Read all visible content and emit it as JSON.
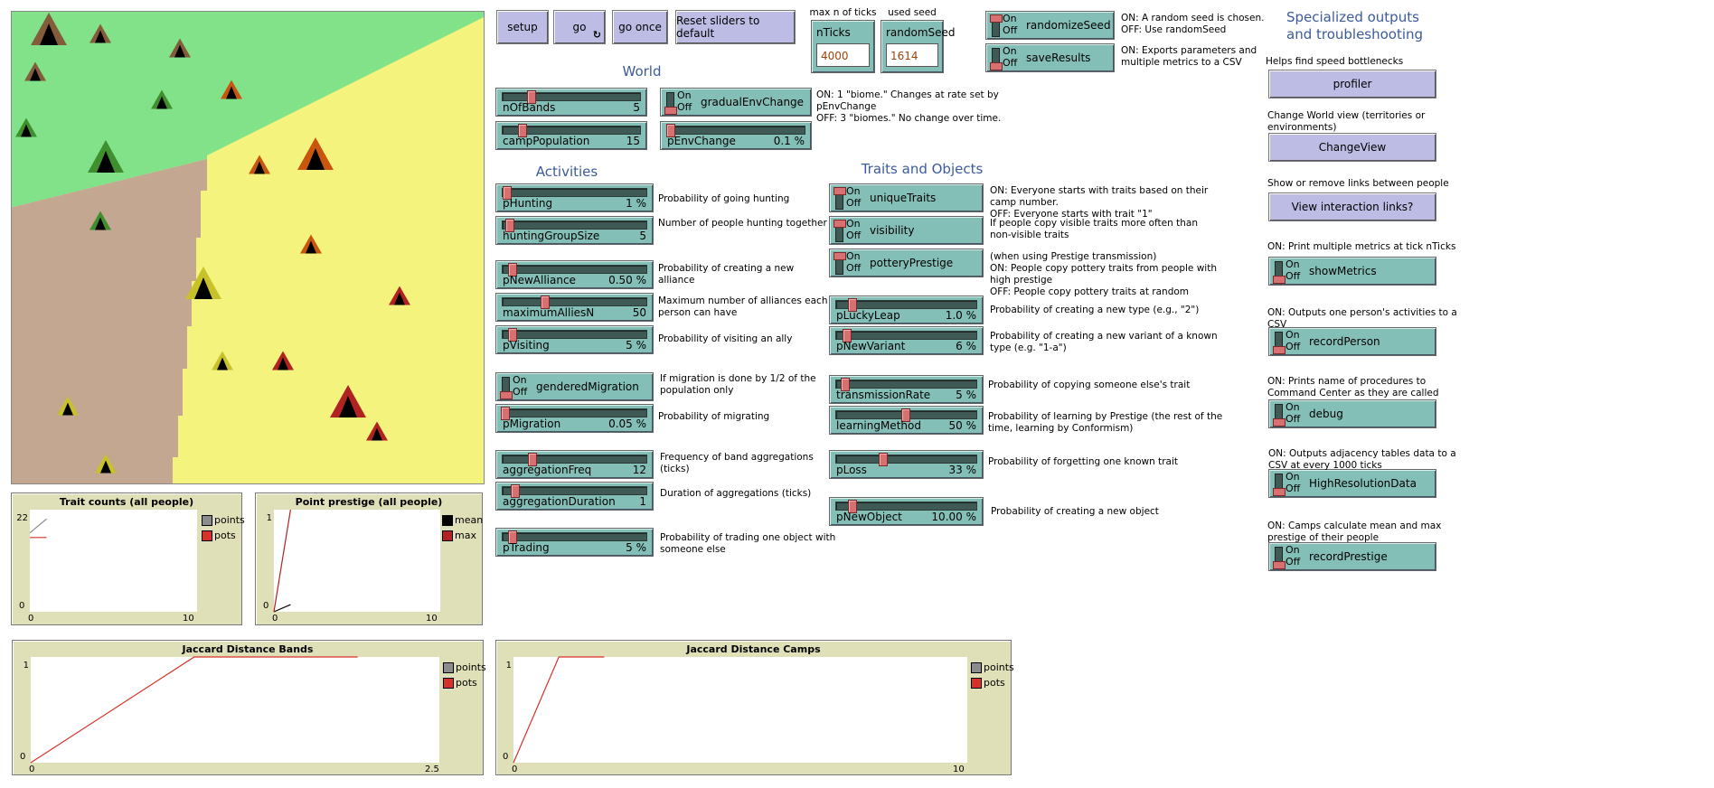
{
  "buttons": {
    "setup": "setup",
    "go": "go",
    "go_forever_icon": "↻",
    "go_once": "go once",
    "reset": "Reset sliders to default",
    "profiler": "profiler",
    "change_view": "ChangeView",
    "view_links": "View interaction links?"
  },
  "inputs": {
    "nTicks": {
      "caption": "max n of ticks",
      "label": "nTicks",
      "value": "4000"
    },
    "randomSeed": {
      "caption": "used seed",
      "label": "randomSeed",
      "value": "1614"
    }
  },
  "headers": {
    "world": "World",
    "activities": "Activities",
    "traits": "Traits and Objects",
    "specialized": "Specialized outputs and troubleshooting"
  },
  "switch_text": {
    "on": "On",
    "off": "Off"
  },
  "sliders": [
    {
      "id": "nOfBands",
      "label": "nOfBands",
      "value": "5",
      "fraction": 0.2
    },
    {
      "id": "campPopulation",
      "label": "campPopulation",
      "value": "15",
      "fraction": 0.13
    },
    {
      "id": "pEnvChange",
      "label": "pEnvChange",
      "value": "0.1 %",
      "fraction": 0.01
    },
    {
      "id": "pHunting",
      "label": "pHunting",
      "value": "1 %",
      "fraction": 0.01
    },
    {
      "id": "huntingGroupSize",
      "label": "huntingGroupSize",
      "value": "5",
      "fraction": 0.03
    },
    {
      "id": "pNewAlliance",
      "label": "pNewAlliance",
      "value": "0.50 %",
      "fraction": 0.05
    },
    {
      "id": "maximumAlliesN",
      "label": "maximumAlliesN",
      "value": "50",
      "fraction": 0.29
    },
    {
      "id": "pVisiting",
      "label": "pVisiting",
      "value": "5 %",
      "fraction": 0.05
    },
    {
      "id": "pMigration",
      "label": "pMigration",
      "value": "0.05 %",
      "fraction": 0.0
    },
    {
      "id": "aggregationFreq",
      "label": "aggregationFreq",
      "value": "12",
      "fraction": 0.2
    },
    {
      "id": "aggregationDuration",
      "label": "aggregationDuration",
      "value": "1",
      "fraction": 0.07
    },
    {
      "id": "pTrading",
      "label": "pTrading",
      "value": "5 %",
      "fraction": 0.05
    },
    {
      "id": "pLuckyLeap",
      "label": "pLuckyLeap",
      "value": "1.0 %",
      "fraction": 0.1
    },
    {
      "id": "pNewVariant",
      "label": "pNewVariant",
      "value": "6 %",
      "fraction": 0.06
    },
    {
      "id": "transmissionRate",
      "label": "transmissionRate",
      "value": "5 %",
      "fraction": 0.05
    },
    {
      "id": "learningMethod",
      "label": "learningMethod",
      "value": "50 %",
      "fraction": 0.5
    },
    {
      "id": "pLoss",
      "label": "pLoss",
      "value": "33 %",
      "fraction": 0.33
    },
    {
      "id": "pNewObject",
      "label": "pNewObject",
      "value": "10.00 %",
      "fraction": 0.1
    }
  ],
  "switches": [
    {
      "id": "randomizeSeed",
      "label": "randomizeSeed",
      "on": true
    },
    {
      "id": "saveResults",
      "label": "saveResults",
      "on": false
    },
    {
      "id": "gradualEnvChange",
      "label": "gradualEnvChange",
      "on": false
    },
    {
      "id": "genderedMigration",
      "label": "genderedMigration",
      "on": false
    },
    {
      "id": "uniqueTraits",
      "label": "uniqueTraits",
      "on": true
    },
    {
      "id": "visibility",
      "label": "visibility",
      "on": true
    },
    {
      "id": "potteryPrestige",
      "label": "potteryPrestige",
      "on": true
    },
    {
      "id": "showMetrics",
      "label": "showMetrics",
      "on": false
    },
    {
      "id": "recordPerson",
      "label": "recordPerson",
      "on": false
    },
    {
      "id": "debug",
      "label": "debug",
      "on": false
    },
    {
      "id": "HighResolutionData",
      "label": "HighResolutionData",
      "on": false
    },
    {
      "id": "recordPrestige",
      "label": "recordPrestige",
      "on": false
    }
  ],
  "notes": [
    {
      "id": "randomizeSeed",
      "text": "ON: A random seed is chosen.\nOFF: Use randomSeed"
    },
    {
      "id": "saveResults",
      "text": "ON: Exports parameters and\nmultiple metrics to a CSV"
    },
    {
      "id": "gradualEnvChange",
      "text": "ON: 1 \"biome.\" Changes at rate set by\npEnvChange\nOFF: 3 \"biomes.\" No change over time."
    },
    {
      "id": "pHunting",
      "text": "Probability of going hunting"
    },
    {
      "id": "huntingGroupSize",
      "text": "Number of people hunting together"
    },
    {
      "id": "pNewAlliance",
      "text": "Probability of creating a new\nalliance"
    },
    {
      "id": "maximumAlliesN",
      "text": "Maximum number of alliances each\nperson can have"
    },
    {
      "id": "pVisiting",
      "text": "Probability of visiting an ally"
    },
    {
      "id": "genderedMigration",
      "text": "If migration is done by 1/2 of the\npopulation only"
    },
    {
      "id": "pMigration",
      "text": "Probability of migrating"
    },
    {
      "id": "aggregationFreq",
      "text": "Frequency of band aggregations\n(ticks)"
    },
    {
      "id": "aggregationDuration",
      "text": "Duration of aggregations (ticks)"
    },
    {
      "id": "pTrading",
      "text": "Probability of trading one object with\nsomeone else"
    },
    {
      "id": "uniqueTraits",
      "text": "ON: Everyone starts with traits based on their\ncamp number.\nOFF: Everyone starts with trait \"1\""
    },
    {
      "id": "visibility",
      "text": "If people copy visible traits more often than\nnon-visible traits"
    },
    {
      "id": "potteryPrestige",
      "text": "(when using Prestige transmission)\nON: People copy pottery traits from people with\nhigh prestige\nOFF: People copy pottery traits at random"
    },
    {
      "id": "pLuckyLeap",
      "text": "Probability of creating a new type (e.g., \"2\")"
    },
    {
      "id": "pNewVariant",
      "text": "Probability of creating a new variant of a known\ntype (e.g. \"1-a\")"
    },
    {
      "id": "transmissionRate",
      "text": "Probability of copying someone else's trait"
    },
    {
      "id": "learningMethod",
      "text": "Probability of learning by Prestige (the rest of the\ntime, learning by Conformism)"
    },
    {
      "id": "pLoss",
      "text": "Probability of forgetting one known trait"
    },
    {
      "id": "pNewObject",
      "text": "Probability of creating a new object"
    },
    {
      "id": "profiler",
      "text": "Helps find speed bottlenecks"
    },
    {
      "id": "changeView",
      "text": "Change World view (territories or\nenvironments)"
    },
    {
      "id": "viewLinks",
      "text": "Show or remove links between people"
    },
    {
      "id": "showMetrics",
      "text": "ON: Print multiple metrics at tick nTicks"
    },
    {
      "id": "recordPerson",
      "text": "ON: Outputs one person's activities to a\nCSV"
    },
    {
      "id": "debug",
      "text": "ON: Prints name of procedures to\nCommand Center as they are called"
    },
    {
      "id": "HighResolutionData",
      "text": "ON: Outputs adjacency tables data to a\nCSV at every 1000 ticks"
    },
    {
      "id": "recordPrestige",
      "text": "ON: Camps calculate mean and max\nprestige of their people"
    }
  ],
  "world": {
    "patch_colors": {
      "forest": "#82e28a",
      "steppe": "#c4a790",
      "desert": "#f3f37e"
    },
    "camp_colors": {
      "brown": "#835c3b",
      "green": "#3f8f2f",
      "orange": "#c9560f",
      "yellow": "#c8c22a",
      "red": "#b12222"
    }
  },
  "chart_data": [
    {
      "id": "traitCounts",
      "type": "line",
      "title": "Trait counts (all people)",
      "xlim": [
        0,
        10
      ],
      "ylim": [
        0,
        22
      ],
      "xticks": [
        "0",
        "10"
      ],
      "yticks": [
        "0",
        "22"
      ],
      "legend": "right",
      "series": [
        {
          "name": "points",
          "color": "#8c8c8c",
          "x": [
            0,
            1
          ],
          "y": [
            17,
            20
          ]
        },
        {
          "name": "pots",
          "color": "#d73229",
          "x": [
            0,
            1
          ],
          "y": [
            16,
            16
          ]
        }
      ]
    },
    {
      "id": "pointPrestige",
      "type": "line",
      "title": "Point prestige (all people)",
      "xlim": [
        0,
        10
      ],
      "ylim": [
        0,
        1
      ],
      "xticks": [
        "0",
        "10"
      ],
      "yticks": [
        "0",
        "1"
      ],
      "legend": "right",
      "series": [
        {
          "name": "mean",
          "color": "#000000",
          "x": [
            0,
            1
          ],
          "y": [
            0,
            0.07
          ]
        },
        {
          "name": "max",
          "color": "#b22222",
          "x": [
            0,
            1
          ],
          "y": [
            0,
            1
          ]
        }
      ]
    },
    {
      "id": "jaccardBands",
      "type": "line",
      "title": "Jaccard Distance Bands",
      "xlim": [
        0,
        2.5
      ],
      "ylim": [
        0,
        1
      ],
      "xticks": [
        "0",
        "2.5"
      ],
      "yticks": [
        "0",
        "1"
      ],
      "legend": "right",
      "series": [
        {
          "name": "points",
          "color": "#8c8c8c",
          "x": [],
          "y": []
        },
        {
          "name": "pots",
          "color": "#d73229",
          "x": [
            0,
            1,
            2
          ],
          "y": [
            0,
            1,
            1
          ]
        }
      ]
    },
    {
      "id": "jaccardCamps",
      "type": "line",
      "title": "Jaccard Distance Camps",
      "xlim": [
        0,
        10
      ],
      "ylim": [
        0,
        1
      ],
      "xticks": [
        "0",
        "10"
      ],
      "yticks": [
        "0",
        "1"
      ],
      "legend": "right",
      "series": [
        {
          "name": "points",
          "color": "#8c8c8c",
          "x": [],
          "y": []
        },
        {
          "name": "pots",
          "color": "#d73229",
          "x": [
            0,
            1,
            2
          ],
          "y": [
            0,
            1,
            1
          ]
        }
      ]
    }
  ]
}
